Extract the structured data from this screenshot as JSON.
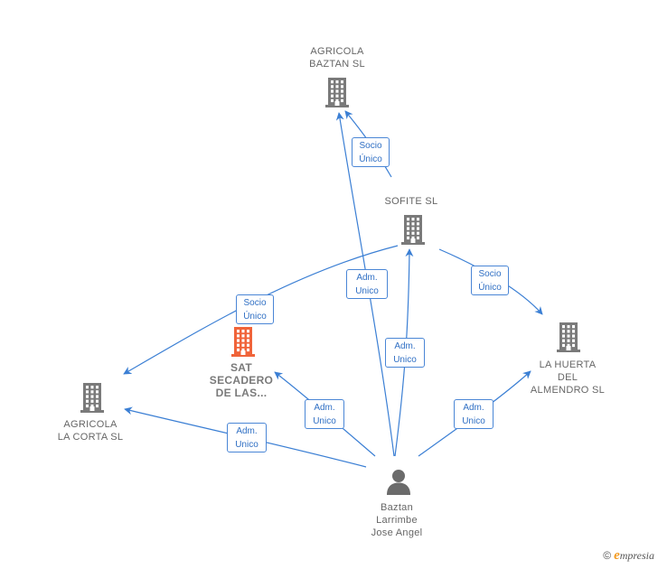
{
  "colors": {
    "edge": "#3b7fd4",
    "company_icon": "#7a7a7a",
    "focus_icon": "#f0643a",
    "person_icon": "#6b6b6b"
  },
  "nodes": [
    {
      "id": "agricola_baztan",
      "type": "company",
      "label": "AGRICOLA\nBAZTAN  SL",
      "icon": "building-icon"
    },
    {
      "id": "sofite",
      "type": "company",
      "label": "SOFITE SL",
      "icon": "building-icon"
    },
    {
      "id": "la_huerta",
      "type": "company",
      "label": "LA HUERTA\nDEL\nALMENDRO  SL",
      "icon": "building-icon"
    },
    {
      "id": "sat_secadero",
      "type": "focus",
      "label": "SAT\nSECADERO\nDE LAS...",
      "icon": "building-icon"
    },
    {
      "id": "agricola_corta",
      "type": "company",
      "label": "AGRICOLA\nLA CORTA  SL",
      "icon": "building-icon"
    },
    {
      "id": "baztan_person",
      "type": "person",
      "label": "Baztan\nLarrimbe\nJose Angel",
      "icon": "person-icon"
    }
  ],
  "edges": [
    {
      "from": "sofite",
      "to": "agricola_baztan",
      "label": "Socio\nÚnico"
    },
    {
      "from": "baztan_person",
      "to": "agricola_baztan",
      "label": "Adm.\nUnico"
    },
    {
      "from": "sofite",
      "to": "agricola_corta",
      "label": "Socio\nÚnico"
    },
    {
      "from": "baztan_person",
      "to": "sofite",
      "label": "Adm.\nUnico"
    },
    {
      "from": "sofite",
      "to": "la_huerta",
      "label": "Socio\nÚnico"
    },
    {
      "from": "baztan_person",
      "to": "sat_secadero",
      "label": "Adm.\nUnico"
    },
    {
      "from": "baztan_person",
      "to": "agricola_corta",
      "label": "Adm.\nUnico"
    },
    {
      "from": "baztan_person",
      "to": "la_huerta",
      "label": "Adm.\nUnico"
    }
  ],
  "watermark": {
    "symbol": "©",
    "initial": "e",
    "rest": "mpresia"
  }
}
